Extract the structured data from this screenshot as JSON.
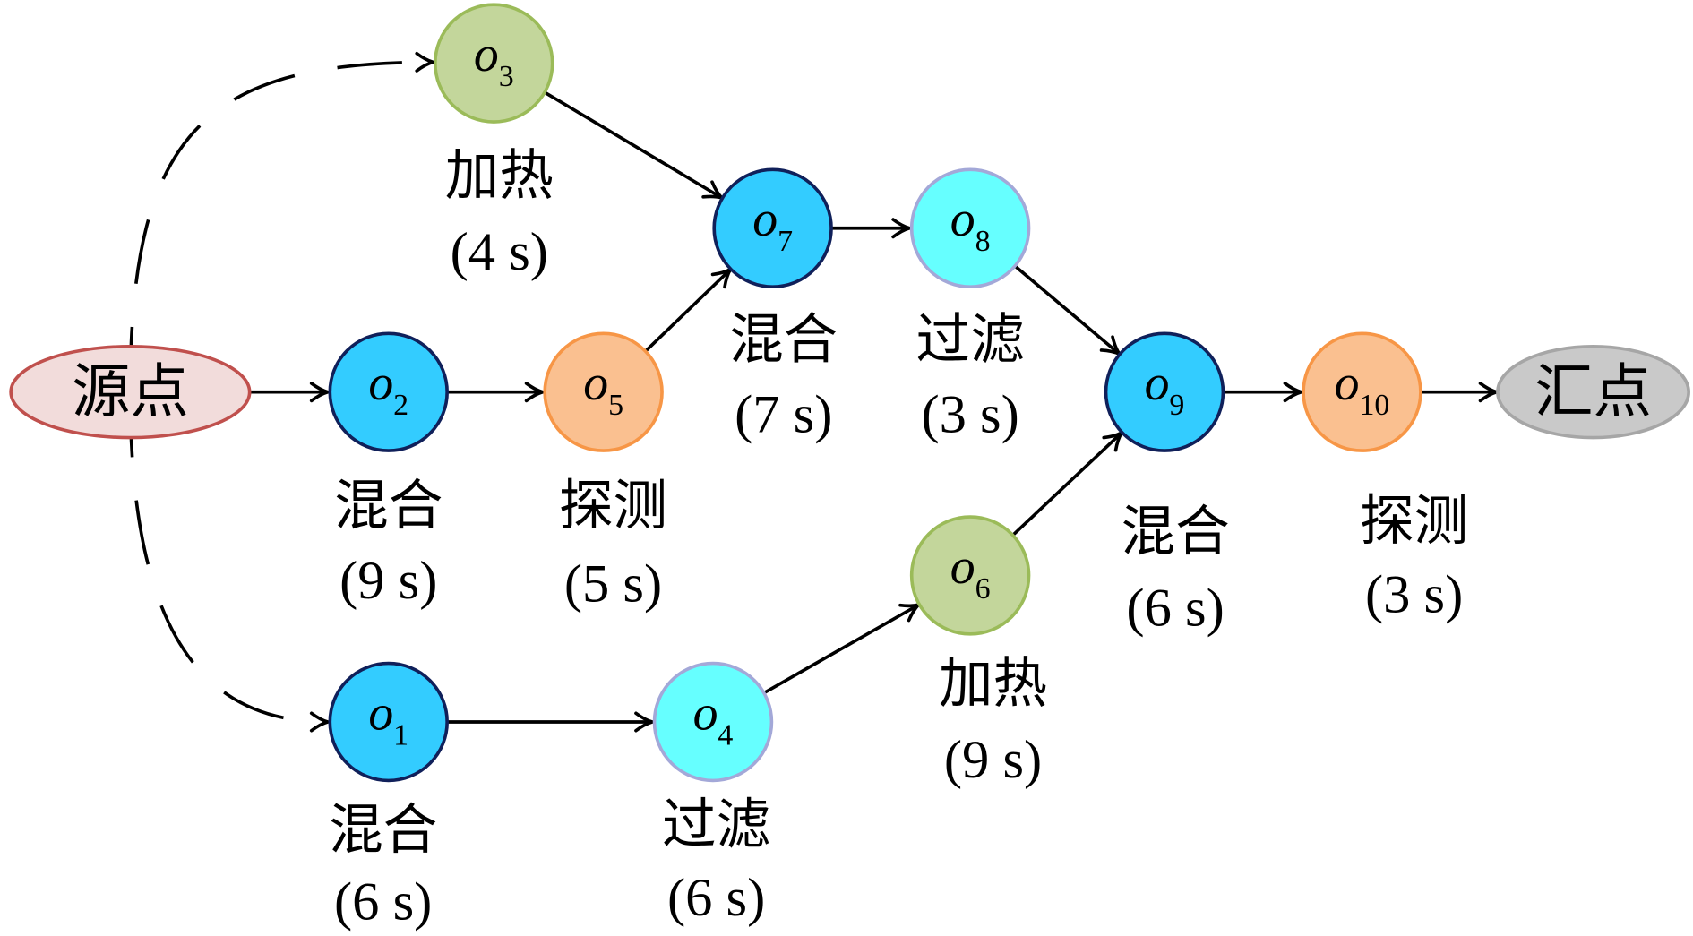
{
  "diagram": {
    "source": {
      "label": "源点",
      "fill": "#f2dcdb",
      "stroke": "#c0504d"
    },
    "sink": {
      "label": "汇点",
      "fill": "#c9c9c9",
      "stroke": "#a6a6a6"
    },
    "nodes": [
      {
        "symbol": "o",
        "index": "1",
        "operation": "混合",
        "duration": "(6 s)",
        "fill": "#33ccff",
        "stroke": "#10205a"
      },
      {
        "symbol": "o",
        "index": "2",
        "operation": "混合",
        "duration": "(9 s)",
        "fill": "#33ccff",
        "stroke": "#10205a"
      },
      {
        "symbol": "o",
        "index": "3",
        "operation": "加热",
        "duration": "(4 s)",
        "fill": "#c3d69b",
        "stroke": "#9bbb59"
      },
      {
        "symbol": "o",
        "index": "4",
        "operation": "过滤",
        "duration": "(6 s)",
        "fill": "#66ffff",
        "stroke": "#a3a8d8"
      },
      {
        "symbol": "o",
        "index": "5",
        "operation": "探测",
        "duration": "(5 s)",
        "fill": "#fac090",
        "stroke": "#f79646"
      },
      {
        "symbol": "o",
        "index": "6",
        "operation": "加热",
        "duration": "(9 s)",
        "fill": "#c3d69b",
        "stroke": "#9bbb59"
      },
      {
        "symbol": "o",
        "index": "7",
        "operation": "混合",
        "duration": "(7 s)",
        "fill": "#33ccff",
        "stroke": "#10205a"
      },
      {
        "symbol": "o",
        "index": "8",
        "operation": "过滤",
        "duration": "(3 s)",
        "fill": "#66ffff",
        "stroke": "#a3a8d8"
      },
      {
        "symbol": "o",
        "index": "9",
        "operation": "混合",
        "duration": "(6 s)",
        "fill": "#33ccff",
        "stroke": "#10205a"
      },
      {
        "symbol": "o",
        "index": "10",
        "operation": "探测",
        "duration": "(3 s)",
        "fill": "#fac090",
        "stroke": "#f79646"
      }
    ]
  }
}
